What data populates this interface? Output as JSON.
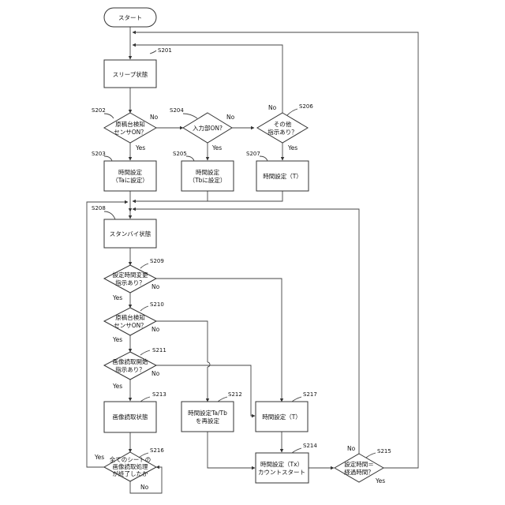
{
  "start": "スタート",
  "steps": {
    "S201": "S201",
    "S202": "S202",
    "S203": "S203",
    "S204": "S204",
    "S205": "S205",
    "S206": "S206",
    "S207": "S207",
    "S208": "S208",
    "S209": "S209",
    "S210": "S210",
    "S211": "S211",
    "S212": "S212",
    "S213": "S213",
    "S214": "S214",
    "S215": "S215",
    "S216": "S216",
    "S217": "S217"
  },
  "nodes": {
    "sleep": "スリープ状態",
    "d202": [
      "原稿台検知",
      "センサON？"
    ],
    "d204": "入力部ON?",
    "d206": [
      "その他",
      "指示あり？"
    ],
    "b203": [
      "時間設定",
      "（Taに設定）"
    ],
    "b205": [
      "時間設定",
      "（Tbに設定）"
    ],
    "b207": "時間設定（T）",
    "standby": "スタンバイ状態",
    "d209": [
      "設定時間変更",
      "指示あり？"
    ],
    "d210": [
      "原稿台検知",
      "センサON？"
    ],
    "d211": [
      "画像読取開始",
      "指示あり？"
    ],
    "b213": "画像読取状態",
    "b212": [
      "時間設定Ta/Tb",
      "を再設定"
    ],
    "b217": "時間設定（T）",
    "b214": [
      "時間設定（Tx）",
      "カウントスタート"
    ],
    "d215": [
      "設定時間＝",
      "経過時間？"
    ],
    "d216": [
      "全てのシートの",
      "画像読取処理",
      "が終了したか"
    ]
  },
  "labels": {
    "yes": "Yes",
    "no": "No"
  }
}
